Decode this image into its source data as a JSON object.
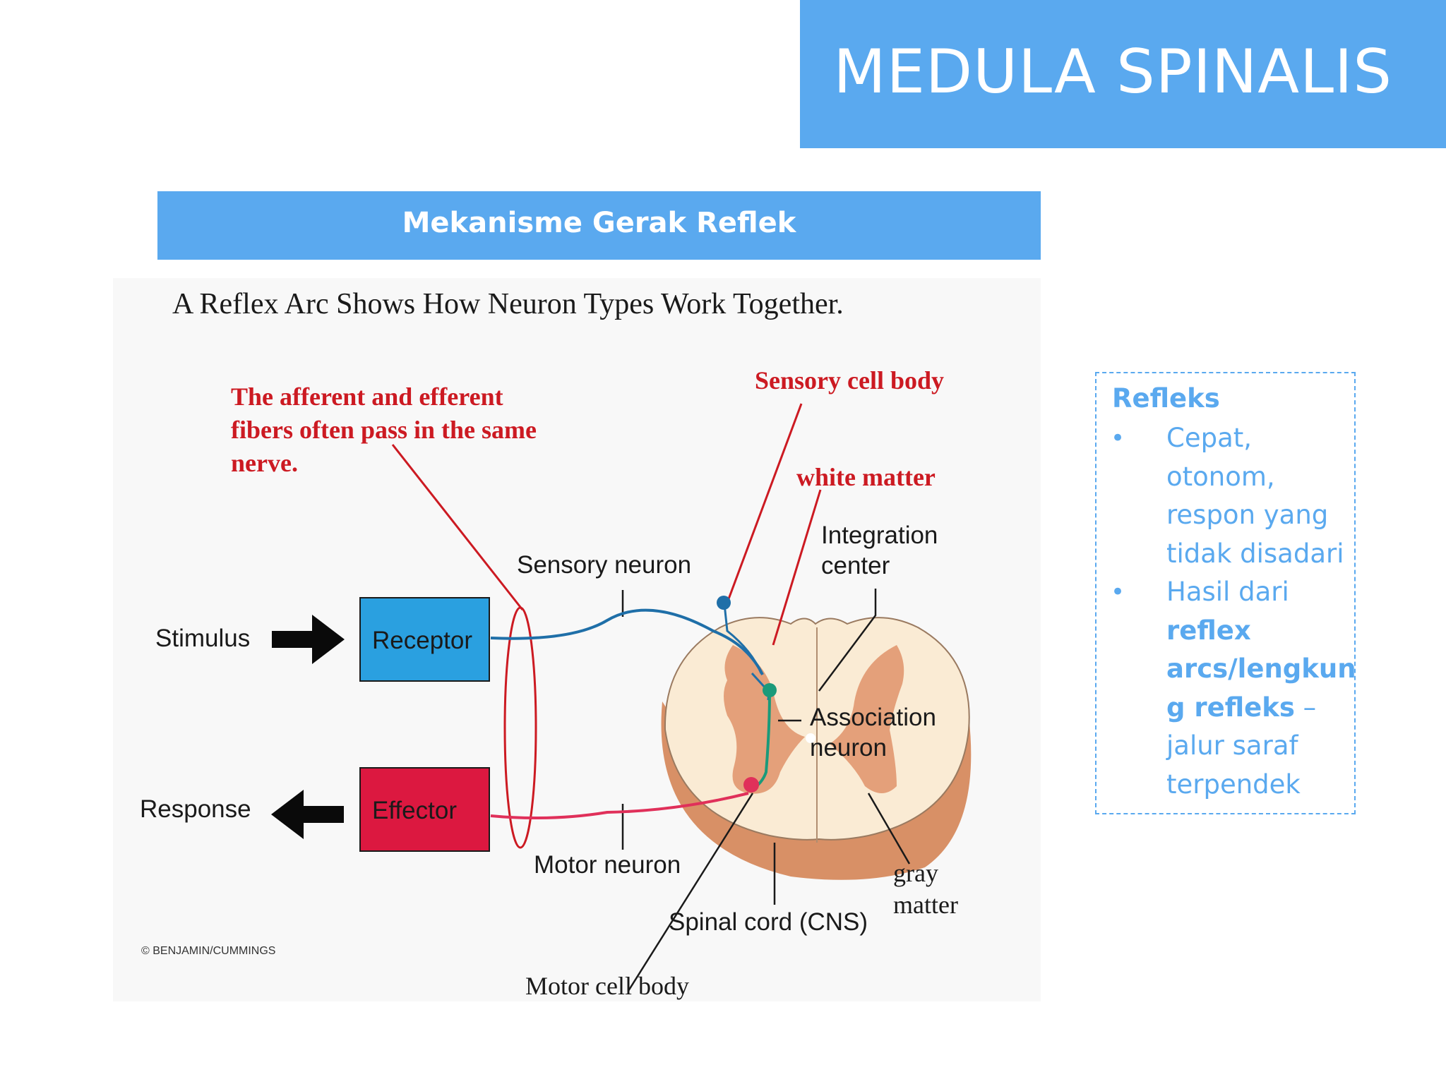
{
  "slide": {
    "title": "MEDULA SPINALIS",
    "subtitle": "Mekanisme Gerak Reflek"
  },
  "figure": {
    "heading": "A Reflex Arc Shows How Neuron Types Work Together.",
    "annotation_lines": [
      "The afferent and efferent",
      "fibers often pass in the same",
      "nerve."
    ],
    "labels": {
      "sensory_cell_body": "Sensory cell body",
      "white_matter": "white matter",
      "integration_line1": "Integration",
      "integration_line2": "center",
      "sensory_neuron": "Sensory neuron",
      "stimulus": "Stimulus",
      "receptor": "Receptor",
      "association_line1": "Association",
      "association_line2": "neuron",
      "response": "Response",
      "effector": "Effector",
      "motor_neuron": "Motor neuron",
      "gray_line1": "gray",
      "gray_line2": "matter",
      "spinal_cord": "Spinal cord (CNS)",
      "copyright": "© BENJAMIN/CUMMINGS",
      "motor_cell_body": "Motor cell body"
    },
    "colors": {
      "receptor": "#2aa0e0",
      "effector": "#dc1840",
      "annotation": "#cc1a22",
      "sensory_path": "#1f6fa8",
      "association_path": "#1a9a7a",
      "motor_path": "#e0305a",
      "white_matter": "#faebd4",
      "gray_matter": "#e4a07a"
    }
  },
  "notes": {
    "heading": "Refleks",
    "bullets": [
      {
        "lines": [
          "Cepat,",
          "otonom,",
          "respon yang",
          "tidak disadari"
        ]
      },
      {
        "lines": [
          "Hasil dari"
        ],
        "bold_lines": [
          "reflex",
          "arcs/lengkun",
          "g refleks"
        ],
        "tail": " –",
        "rest_lines": [
          "jalur saraf",
          "terpendek"
        ]
      }
    ]
  }
}
